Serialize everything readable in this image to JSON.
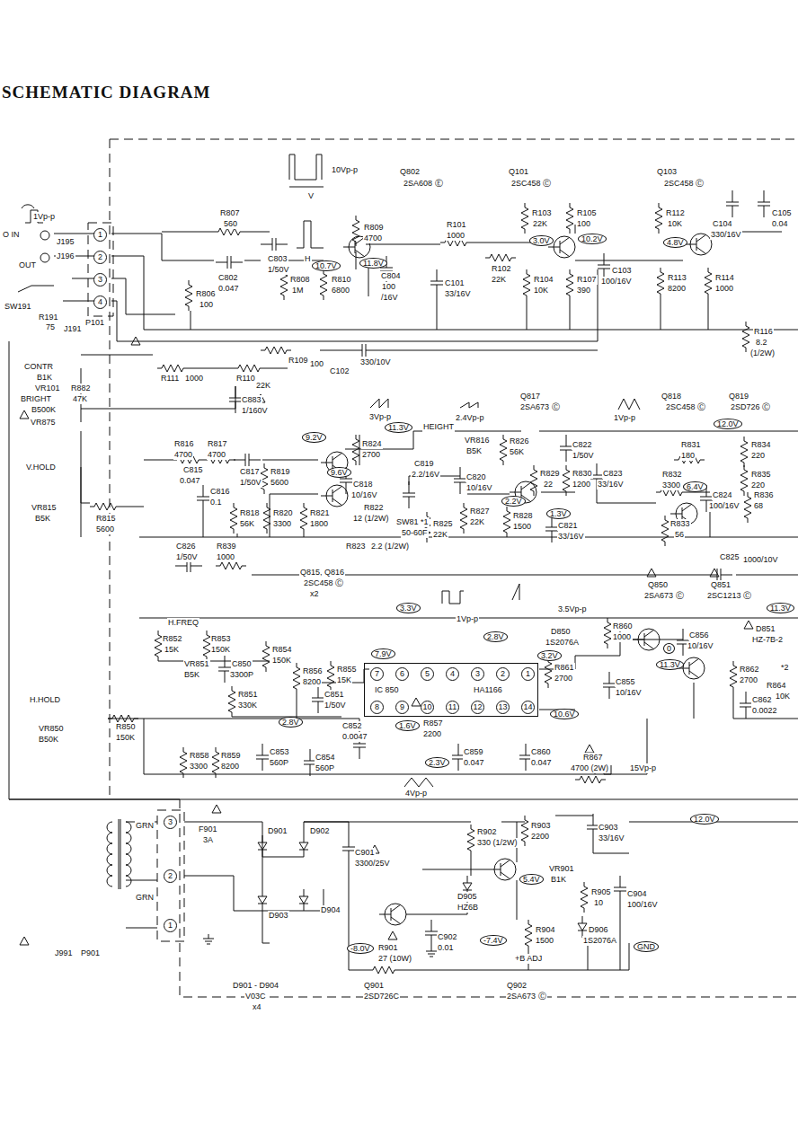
{
  "diagram": {
    "title": "SCHEMATIC DIAGRAM",
    "nodes": [
      {
        "text": [
          "1",
          "2",
          "3",
          "4",
          "P101"
        ]
      },
      {
        "text": [
          "3",
          "2",
          "1",
          "P901"
        ]
      },
      {
        "text": [
          "7",
          "6",
          "5",
          "4",
          "3",
          "2",
          "1",
          "IC 850",
          "8",
          "9",
          "10",
          "11",
          "12",
          "13",
          "14",
          "HA1166"
        ]
      }
    ],
    "labels": [
      "1Vp-p",
      "O IN",
      "J195",
      "OUT",
      "J196",
      "SW191",
      "R191",
      "75",
      "J191",
      "10Vp-p",
      "V",
      "H",
      "R807",
      "560",
      "C802",
      "0.047",
      "C803",
      "1/50V",
      "R806",
      "100",
      "Q802",
      "2SA608 Ⓔ",
      "R809",
      "4700",
      "R808",
      "1M",
      "R810",
      "6800",
      "10.7V",
      "11.8V",
      "C804",
      "100",
      "/16V",
      "R101",
      "1000",
      "C101",
      "33/16V",
      "Q101",
      "2SC458 Ⓒ",
      "R103",
      "22K",
      "R105",
      "100",
      "3.0V",
      "10.2V",
      "R102",
      "22K",
      "R104",
      "10K",
      "R107",
      "390",
      "C103",
      "100/16V",
      "Q103",
      "2SC458 Ⓒ",
      "R112",
      "10K",
      "C104",
      "330/16V",
      "C105",
      "0.04",
      "4.8V",
      "R113",
      "8200",
      "R114",
      "1000",
      "R116",
      "8.2",
      "(1/2W)",
      "R109",
      "100",
      "C102",
      "330/10V",
      "CONTR",
      "B1K",
      "VR101",
      "R111",
      "1000",
      "R110",
      "22K",
      "R882",
      "47K",
      "BRIGHT",
      "B500K",
      "C883",
      "1/160V",
      "VR875",
      "3Vp-p",
      "2.4Vp-p",
      "1Vp-p",
      "Q817",
      "2SA673 Ⓒ",
      "Q818",
      "2SC458 Ⓒ",
      "Q819",
      "2SD726 Ⓒ",
      "11.3V",
      "HEIGHT",
      "12.0V",
      "V.HOLD",
      "VR815",
      "B5K",
      "R815",
      "5600",
      "R816",
      "4700",
      "R817",
      "4700",
      "C815",
      "0.047",
      "C816",
      "0.1",
      "C817",
      "1/50V",
      "R819",
      "5600",
      "R818",
      "56K",
      "R820",
      "3300",
      "9.2V",
      "9.6V",
      "R821",
      "1800",
      "R824",
      "2700",
      "C818",
      "10/16V",
      "R822",
      "12 (1/2W)",
      "C819",
      "2.2/16V",
      "SW81 *1",
      "50-60F",
      "VR816",
      "B5K",
      "R826",
      "56K",
      "C820",
      "10/16V",
      "R827",
      "22K",
      "R825",
      "22K",
      "2.2V",
      "R829",
      "22",
      "R830",
      "1200",
      "C822",
      "1/50V",
      "C823",
      "33/16V",
      "R828",
      "1500",
      "1.3V",
      "C821",
      "33/16V",
      "R831",
      "180",
      "R832",
      "3300",
      "6.4V",
      "R833",
      "56",
      "R834",
      "220",
      "R835",
      "220",
      "C824",
      "100/16V",
      "R836",
      "68",
      "R823",
      "2.2 (1/2W)",
      "C826",
      "1/50V",
      "R839",
      "1000",
      "C825",
      "1000/10V",
      "Q815, Q816",
      "2SC458 Ⓒ",
      "x2",
      "3.3V",
      "3.5Vp-p",
      "1Vp-p",
      "Q850",
      "2SA673 Ⓒ",
      "Q851",
      "2SC1213 Ⓒ",
      "11.3V",
      "H.FREQ",
      "R852",
      "15K",
      "R853",
      "150K",
      "VR851",
      "B5K",
      "R854",
      "150K",
      "C850",
      "3300P",
      "R856",
      "8200",
      "R855",
      "15K",
      "7.9V",
      "2.8V",
      "3.2V",
      "D850",
      "1S2076A",
      "R860",
      "1000",
      "C856",
      "10/16V",
      "D851",
      "HZ-7B-2",
      "0",
      "R861",
      "2700",
      "C855",
      "10/16V",
      "11.3V",
      "R862",
      "2700",
      "*2",
      "R864",
      "10K",
      "C862",
      "0.0022",
      "H.HOLD",
      "R851",
      "330K",
      "C851",
      "1/50V",
      "2.8V",
      "C852",
      "0.0047",
      "1.6V",
      "R857",
      "2200",
      "10.6V",
      "VR850",
      "B50K",
      "R850",
      "150K",
      "R858",
      "3300",
      "R859",
      "8200",
      "C853",
      "560P",
      "C854",
      "560P",
      "2.3V",
      "C859",
      "0.047",
      "C860",
      "0.047",
      "R867",
      "4700 (2W)",
      "15Vp-p",
      "4Vp-p",
      "12.0V",
      "GRN",
      "GRN",
      "F901",
      "3A",
      "D901",
      "D902",
      "D903",
      "D904",
      "C901",
      "3300/25V",
      "R902",
      "330 (1/2W)",
      "R903",
      "2200",
      "C903",
      "33/16V",
      "D905",
      "HZ6B",
      "VR901",
      "B1K",
      "5.4V",
      "R905",
      "10",
      "C904",
      "100/16V",
      "R904",
      "1500",
      "D906",
      "1S2076A",
      "C902",
      "0.01",
      "-7.4V",
      "-8.0V",
      "R901",
      "27 (10W)",
      "GND",
      "+B ADJ",
      "J991",
      "D901 - D904",
      "V03C",
      "x4",
      "Q901",
      "2SD726C",
      "Q902",
      "2SA673 Ⓒ"
    ]
  }
}
